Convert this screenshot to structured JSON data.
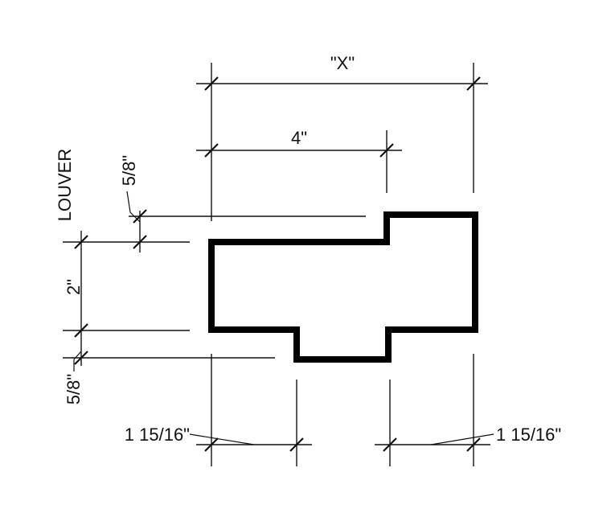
{
  "drawing": {
    "title_label": "LOUVER",
    "dimensions": {
      "overall_width": "\"X\"",
      "top_width": "4\"",
      "top_offset": "5/8\"",
      "body_height": "2\"",
      "bottom_offset": "5/8\"",
      "left_bottom": "1 15/16\"",
      "right_bottom": "1 15/16\""
    },
    "line_color": "#111111",
    "profile_color": "#000000",
    "background_color": "#ffffff"
  }
}
